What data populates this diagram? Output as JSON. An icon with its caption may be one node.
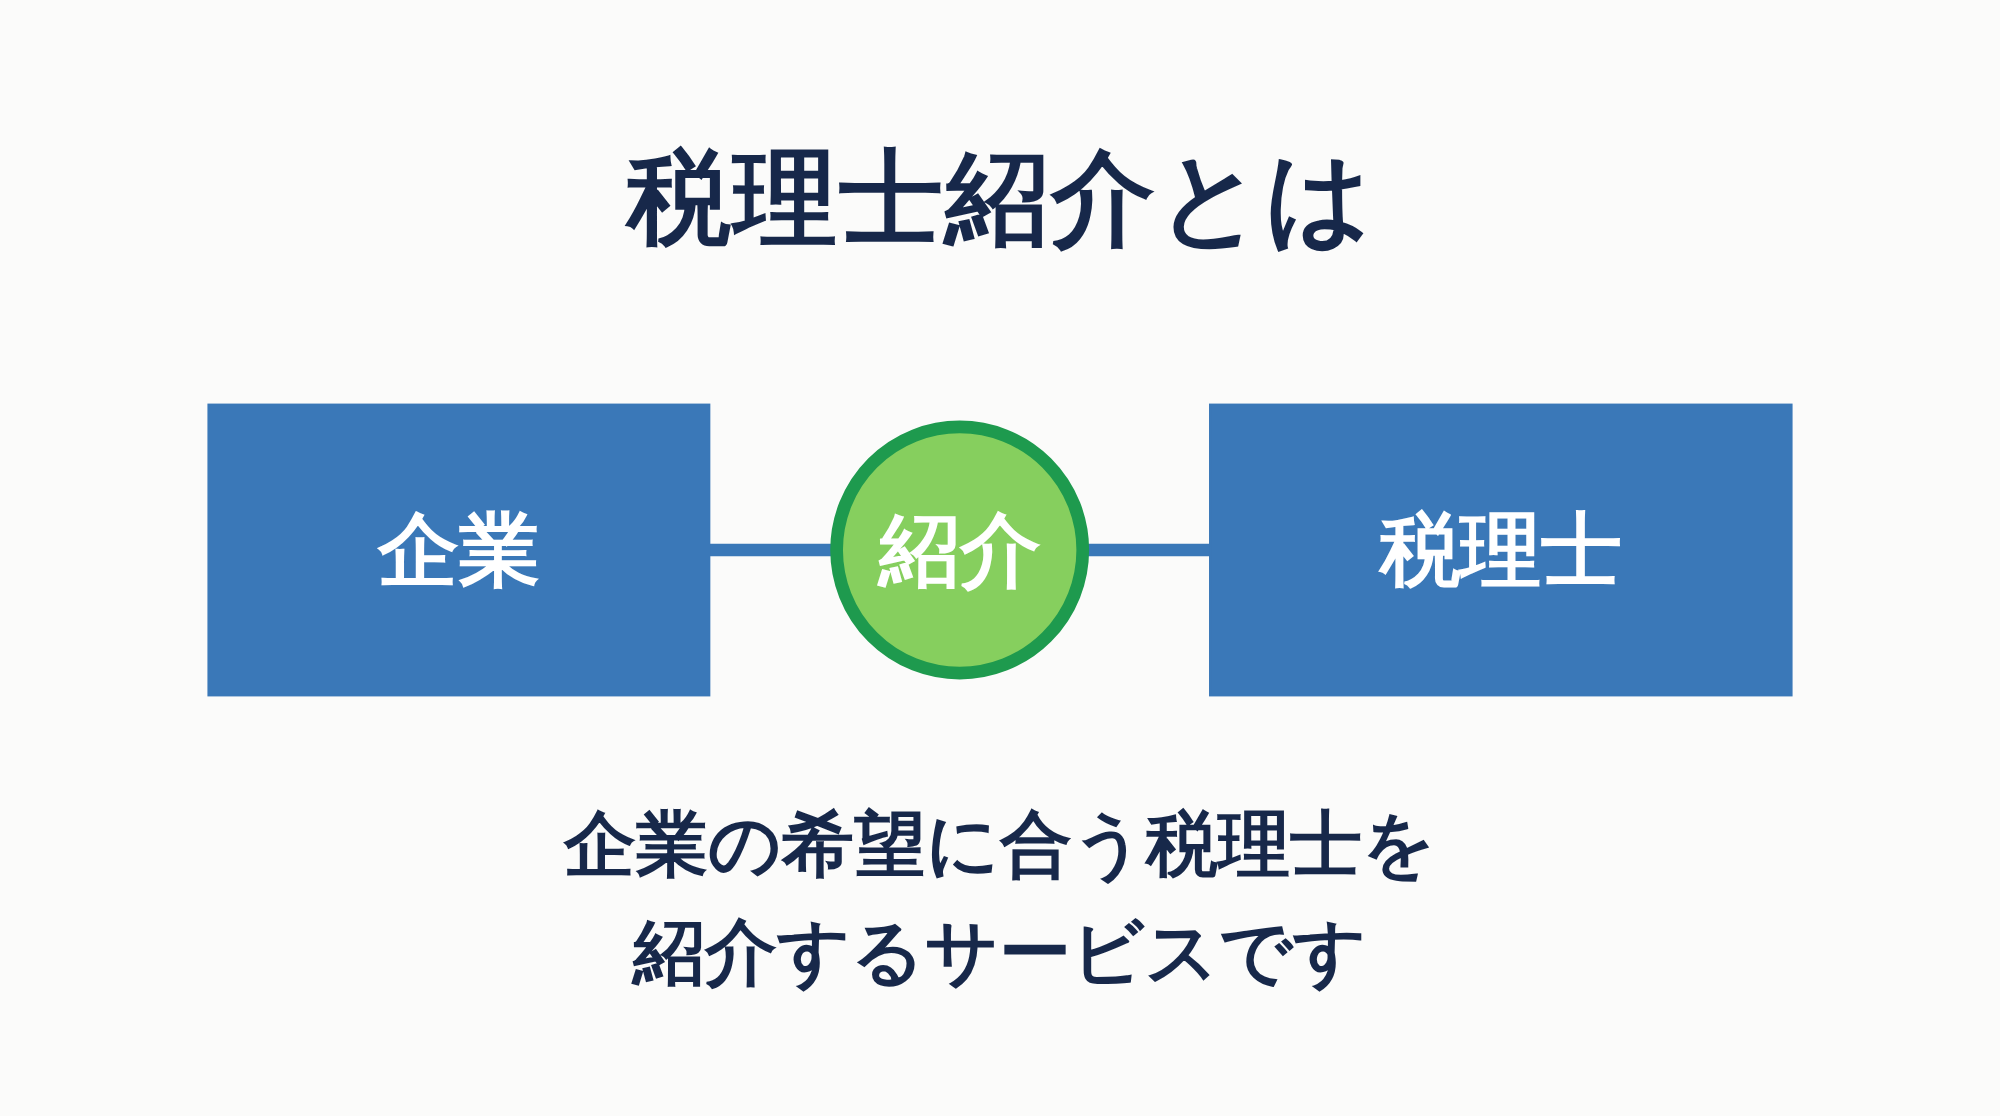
{
  "diagram": {
    "title": "税理士紹介とは",
    "caption": "企業の希望に合う税理士を紹介するサービスです",
    "nodes": [
      {
        "text": [
          "企業"
        ]
      },
      {
        "text": [
          "紹介"
        ]
      },
      {
        "text": [
          "税理士"
        ]
      }
    ],
    "edges": [
      {
        "from": 0,
        "to": 1,
        "arrow": "none"
      },
      {
        "from": 1,
        "to": 2,
        "arrow": "none"
      }
    ]
  }
}
